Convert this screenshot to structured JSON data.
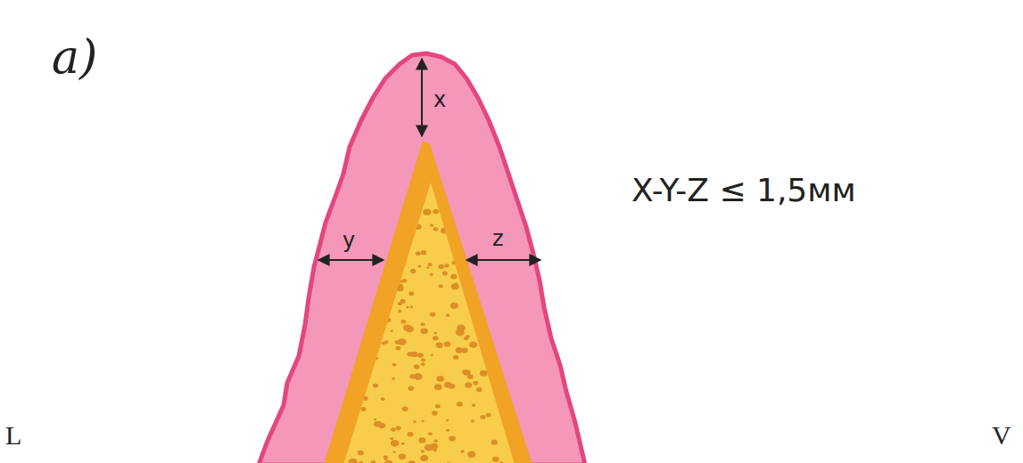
{
  "diagram": {
    "labels": [
      "a)",
      "x",
      "y",
      "z",
      "X-Y-Z ≤ 1,5мм",
      "L",
      "V"
    ]
  }
}
